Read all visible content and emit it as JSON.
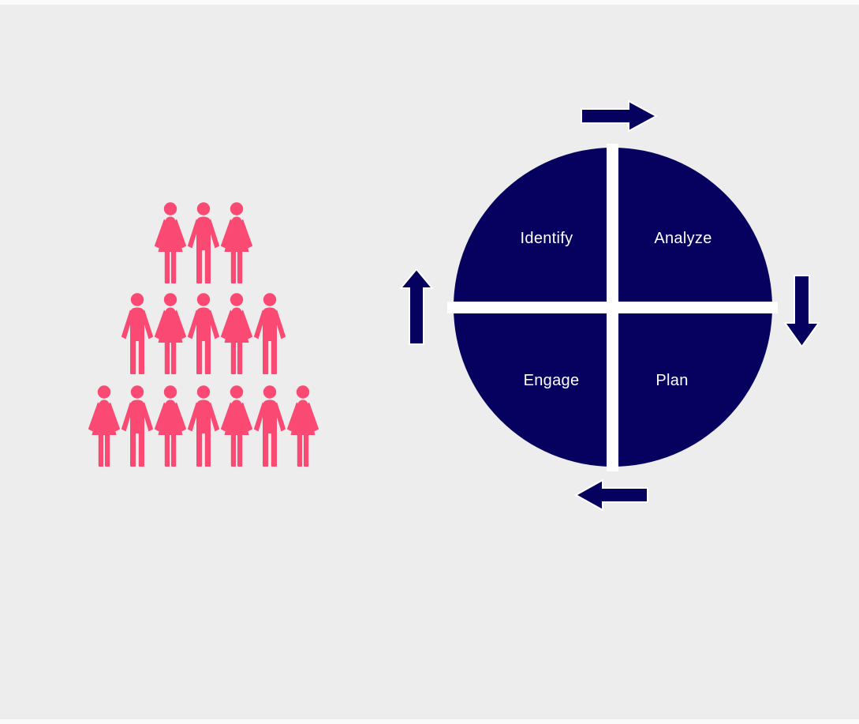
{
  "colors": {
    "background": "#EDEDED",
    "crowd_pink": "#FA4A73",
    "cycle_navy": "#06015E",
    "divider_white": "#FFFFFF",
    "label_text": "#FFFFFF"
  },
  "crowd": {
    "rows": [
      [
        "woman",
        "man",
        "woman"
      ],
      [
        "man",
        "woman",
        "man",
        "woman",
        "man"
      ],
      [
        "woman",
        "man",
        "woman",
        "man",
        "woman",
        "man",
        "woman"
      ]
    ],
    "total_people": 15
  },
  "cycle": {
    "quadrants": [
      {
        "label": "Identify",
        "position": "top-left"
      },
      {
        "label": "Analyze",
        "position": "top-right"
      },
      {
        "label": "Engage",
        "position": "bottom-left"
      },
      {
        "label": "Plan",
        "position": "bottom-right"
      }
    ],
    "arrows": [
      {
        "name": "top",
        "direction": "right"
      },
      {
        "name": "right",
        "direction": "down"
      },
      {
        "name": "bottom",
        "direction": "left"
      },
      {
        "name": "left",
        "direction": "up"
      }
    ],
    "rotation": "clockwise"
  }
}
